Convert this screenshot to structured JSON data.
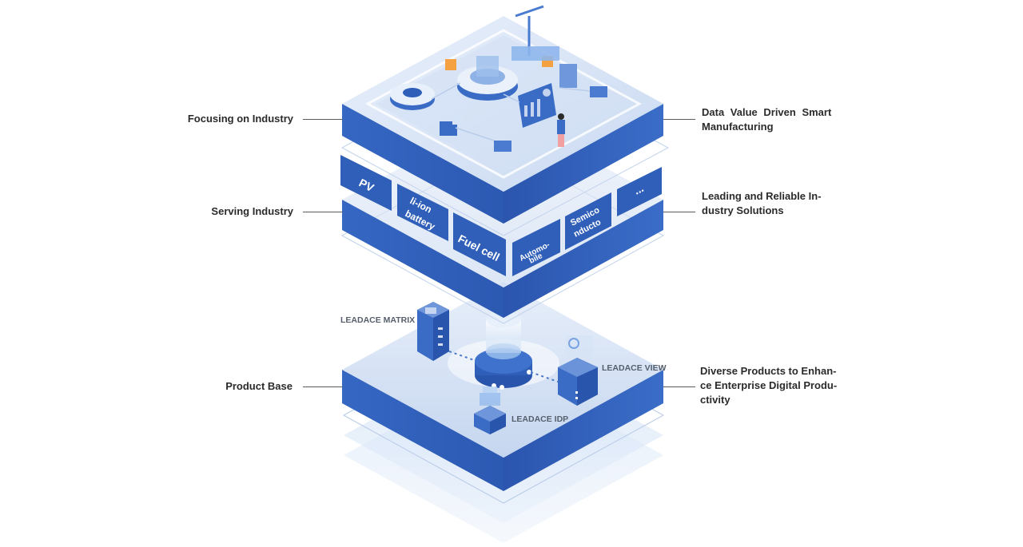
{
  "left_labels": {
    "focusing": "Focusing on Industry",
    "serving": "Serving Industry",
    "product_base": "Product Base"
  },
  "right_labels": {
    "data_value": [
      "Data Value Driven Smart",
      "Manufacturing"
    ],
    "leading": [
      "Leading and Reliable In-",
      "dustry Solutions"
    ],
    "diverse": [
      "Diverse Products to Enhan-",
      "ce Enterprise Digital Produ-",
      "ctivity"
    ]
  },
  "industries": [
    [
      "PV"
    ],
    [
      "li-ion",
      "battery"
    ],
    [
      "Fuel cell"
    ],
    [
      "Automo-",
      "bile"
    ],
    [
      "Semico",
      "nducto"
    ],
    [
      "..."
    ]
  ],
  "products": {
    "matrix": "LEADACE MATRIX",
    "view": "LEADACE VIEW",
    "idp": "LEADACE IDP"
  },
  "colors": {
    "layer_blue": "#3a6cc6",
    "layer_dark": "#2a55ad",
    "top_light": "#dde8f7",
    "text_dark": "#2b2b2b"
  }
}
